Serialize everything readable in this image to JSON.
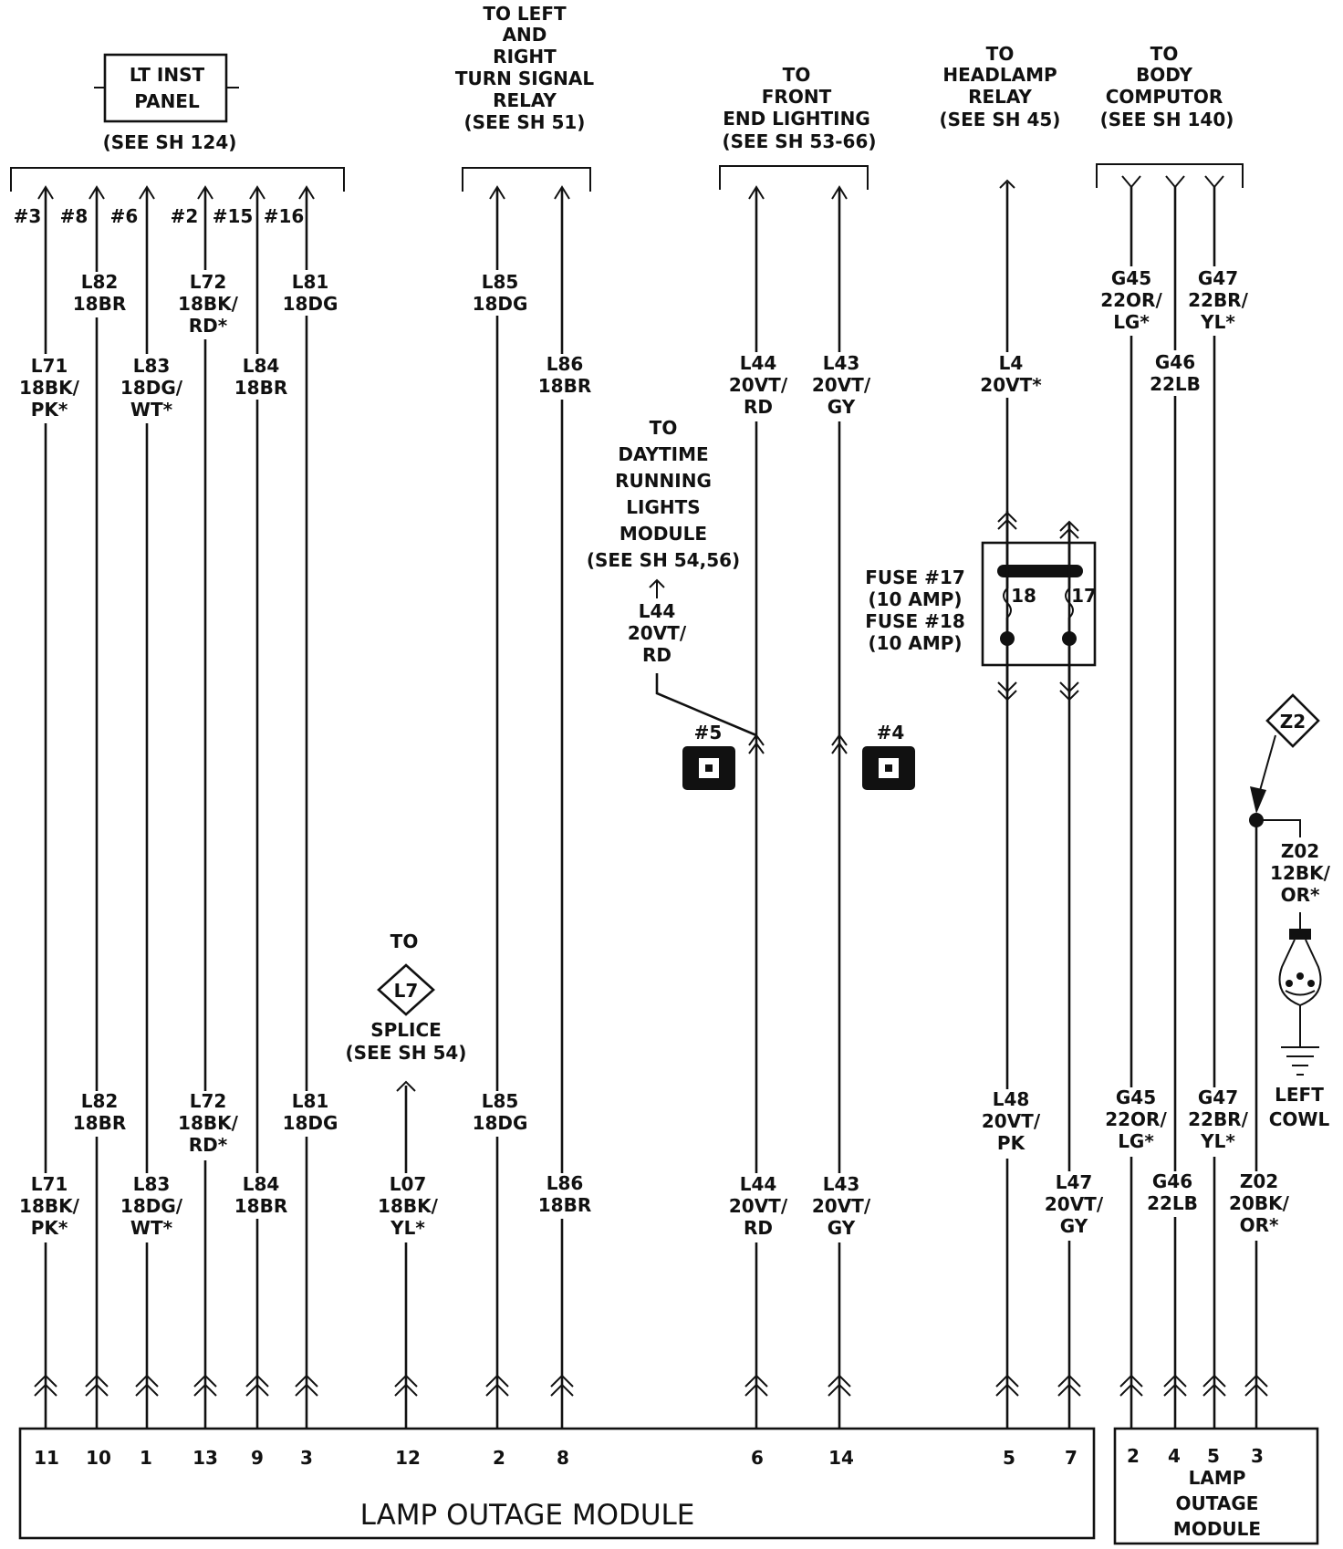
{
  "top_labels": {
    "lt_inst_panel": [
      "LT INST",
      "PANEL"
    ],
    "lt_inst_ref": "(SEE SH 124)",
    "turn_signal": [
      "TO LEFT",
      "AND",
      "RIGHT",
      "TURN SIGNAL",
      "RELAY",
      "(SEE SH 51)"
    ],
    "front_end": [
      "TO",
      "FRONT",
      "END LIGHTING",
      "(SEE SH 53-66)"
    ],
    "headlamp": [
      "TO",
      "HEADLAMP",
      "RELAY",
      "(SEE SH 45)"
    ],
    "body_computer": [
      "TO",
      "BODY",
      "COMPUTOR",
      "(SEE SH 140)"
    ]
  },
  "panel_pins": [
    "#3",
    "#8",
    "#6",
    "#2",
    "#15",
    "#16"
  ],
  "wire_labels_upper": {
    "L71": [
      "L71",
      "18BK/",
      "PK*"
    ],
    "L82": [
      "L82",
      "18BR"
    ],
    "L83": [
      "L83",
      "18DG/",
      "WT*"
    ],
    "L72": [
      "L72",
      "18BK/",
      "RD*"
    ],
    "L84": [
      "L84",
      "18BR"
    ],
    "L81": [
      "L81",
      "18DG"
    ],
    "L85": [
      "L85",
      "18DG"
    ],
    "L86": [
      "L86",
      "18BR"
    ],
    "L44": [
      "L44",
      "20VT/",
      "RD"
    ],
    "L43": [
      "L43",
      "20VT/",
      "GY"
    ],
    "L4": [
      "L4",
      "20VT*"
    ],
    "G45": [
      "G45",
      "22OR/",
      "LG*"
    ],
    "G46": [
      "G46",
      "22LB"
    ],
    "G47": [
      "G47",
      "22BR/",
      "YL*"
    ]
  },
  "wire_labels_lower": {
    "L71": [
      "L71",
      "18BK/",
      "PK*"
    ],
    "L82": [
      "L82",
      "18BR"
    ],
    "L83": [
      "L83",
      "18DG/",
      "WT*"
    ],
    "L72": [
      "L72",
      "18BK/",
      "RD*"
    ],
    "L84": [
      "L84",
      "18BR"
    ],
    "L81": [
      "L81",
      "18DG"
    ],
    "L07": [
      "L07",
      "18BK/",
      "YL*"
    ],
    "L85": [
      "L85",
      "18DG"
    ],
    "L86": [
      "L86",
      "18BR"
    ],
    "L44": [
      "L44",
      "20VT/",
      "RD"
    ],
    "L43": [
      "L43",
      "20VT/",
      "GY"
    ],
    "L48": [
      "L48",
      "20VT/",
      "PK"
    ],
    "L47": [
      "L47",
      "20VT/",
      "GY"
    ],
    "G45": [
      "G45",
      "22OR/",
      "LG*"
    ],
    "G46": [
      "G46",
      "22LB"
    ],
    "G47": [
      "G47",
      "22BR/",
      "YL*"
    ],
    "Z02": [
      "Z02",
      "20BK/",
      "OR*"
    ]
  },
  "drl": {
    "text": [
      "TO",
      "DAYTIME",
      "RUNNING",
      "LIGHTS",
      "MODULE",
      "(SEE SH 54,56)"
    ],
    "wire": [
      "L44",
      "20VT/",
      "RD"
    ]
  },
  "splice": {
    "to": "TO",
    "id": "L7",
    "text": [
      "SPLICE",
      "(SEE SH 54)"
    ]
  },
  "fuses": {
    "text": [
      "FUSE #17",
      "(10 AMP)",
      "FUSE #18",
      "(10 AMP)"
    ],
    "left_num": "18",
    "right_num": "17"
  },
  "connectors": {
    "c5": "#5",
    "c4": "#4"
  },
  "ground": {
    "id": "Z2",
    "wire": [
      "Z02",
      "12BK/",
      "OR*"
    ],
    "location": [
      "LEFT",
      "COWL"
    ]
  },
  "module_main": {
    "title": "LAMP OUTAGE MODULE",
    "pins": [
      "11",
      "10",
      "1",
      "13",
      "9",
      "3",
      "12",
      "2",
      "8",
      "6",
      "14",
      "5",
      "7"
    ]
  },
  "module_right": {
    "title": [
      "LAMP",
      "OUTAGE",
      "MODULE"
    ],
    "pins": [
      "2",
      "4",
      "5",
      "3"
    ]
  }
}
